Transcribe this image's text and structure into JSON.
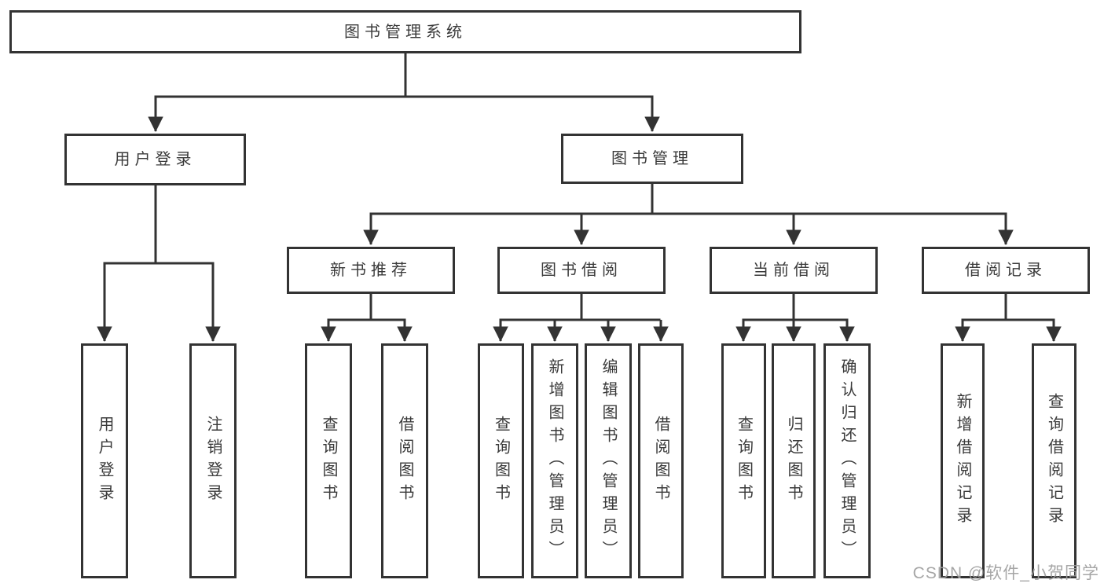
{
  "colors": {
    "line": "#333333",
    "text": "#3a3a3a",
    "box_background": "#ffffff",
    "page_background": "#ffffff",
    "watermark": "#9e9e9e"
  },
  "nodes": {
    "root": "图书管理系统",
    "user_login": "用户登录",
    "book_management": "图书管理",
    "new_book_recommend": "新书推荐",
    "book_borrow": "图书借阅",
    "current_borrow": "当前借阅",
    "borrow_records": "借阅记录",
    "leaf_user_login": "用户登录",
    "leaf_logout": "注销登录",
    "leaf_query_book_1": "查询图书",
    "leaf_borrow_book_1": "借阅图书",
    "leaf_query_book_2": "查询图书",
    "leaf_add_book_admin": "新增图书（管理员）",
    "leaf_edit_book_admin": "编辑图书（管理员）",
    "leaf_borrow_book_2": "借阅图书",
    "leaf_query_book_3": "查询图书",
    "leaf_return_book": "归还图书",
    "leaf_confirm_return_admin": "确认归还（管理员）",
    "leaf_add_borrow_record": "新增借阅记录",
    "leaf_query_borrow_record": "查询借阅记录"
  },
  "structure": {
    "图书管理系统": {
      "用户登录": [
        "用户登录",
        "注销登录"
      ],
      "图书管理": {
        "新书推荐": [
          "查询图书",
          "借阅图书"
        ],
        "图书借阅": [
          "查询图书",
          "新增图书（管理员）",
          "编辑图书（管理员）",
          "借阅图书"
        ],
        "当前借阅": [
          "查询图书",
          "归还图书",
          "确认归还（管理员）"
        ],
        "借阅记录": [
          "新增借阅记录",
          "查询借阅记录"
        ]
      }
    }
  },
  "watermark": {
    "text": "CSDN @软件_小贺同学"
  }
}
